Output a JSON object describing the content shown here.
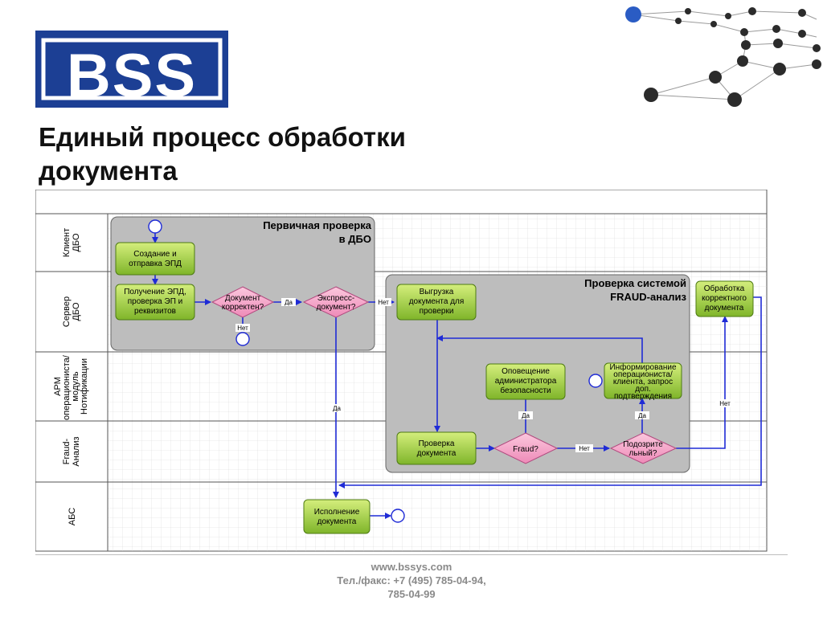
{
  "header": {
    "title_line1": "Единый процесс обработки",
    "title_line2": "документа",
    "logo_text": "BSS"
  },
  "footer": {
    "website": "www.bssys.com",
    "phone_line1": "Тел./факс: +7 (495) 785-04-94,",
    "phone_line2": "785-04-99"
  },
  "lanes": [
    {
      "label": [
        "Клиент",
        "ДБО"
      ]
    },
    {
      "label": [
        "Сервер",
        "ДБО"
      ]
    },
    {
      "label": [
        "АРМ",
        "операциониста/",
        "модуль",
        "Нотификации"
      ]
    },
    {
      "label": [
        "Fraud-",
        "Анализ"
      ]
    },
    {
      "label": [
        "АБС"
      ]
    }
  ],
  "groups": {
    "primary_check": [
      "Первичная проверка",
      "в ДБО"
    ],
    "fraud_check": [
      "Проверка системой",
      "FRAUD-анализ"
    ]
  },
  "nodes": {
    "create_send": [
      "Создание и",
      "отправка ЭПД"
    ],
    "receive": [
      "Получение ЭПД,",
      "проверка ЭП и",
      "реквизитов"
    ],
    "doc_correct": [
      "Документ",
      "корректен?"
    ],
    "express_doc": [
      "Экспресс-",
      "документ?"
    ],
    "unload": [
      "Выгрузка",
      "документа для",
      "проверки"
    ],
    "process_correct": [
      "Обработка",
      "корректного",
      "документа"
    ],
    "notify_admin": [
      "Оповещение",
      "администратора",
      "безопасности"
    ],
    "inform_operator": [
      "Информирование",
      "операциониста/",
      "клиента, запрос",
      "доп.",
      "подтверждения"
    ],
    "check_doc": [
      "Проверка",
      "документа"
    ],
    "fraud": [
      "Fraud?"
    ],
    "suspicious": [
      "Подозрите",
      "льный?"
    ],
    "execute": [
      "Исполнение",
      "документа"
    ]
  },
  "edge_labels": {
    "yes": "Да",
    "no": "Нет"
  },
  "colors": {
    "brand_blue": "#1c3f94",
    "task_green": "#9fcf3a",
    "gateway_pink": "#f2a0c4",
    "flow_blue": "#1f2bd6",
    "group_gray": "#bdbdbd"
  }
}
